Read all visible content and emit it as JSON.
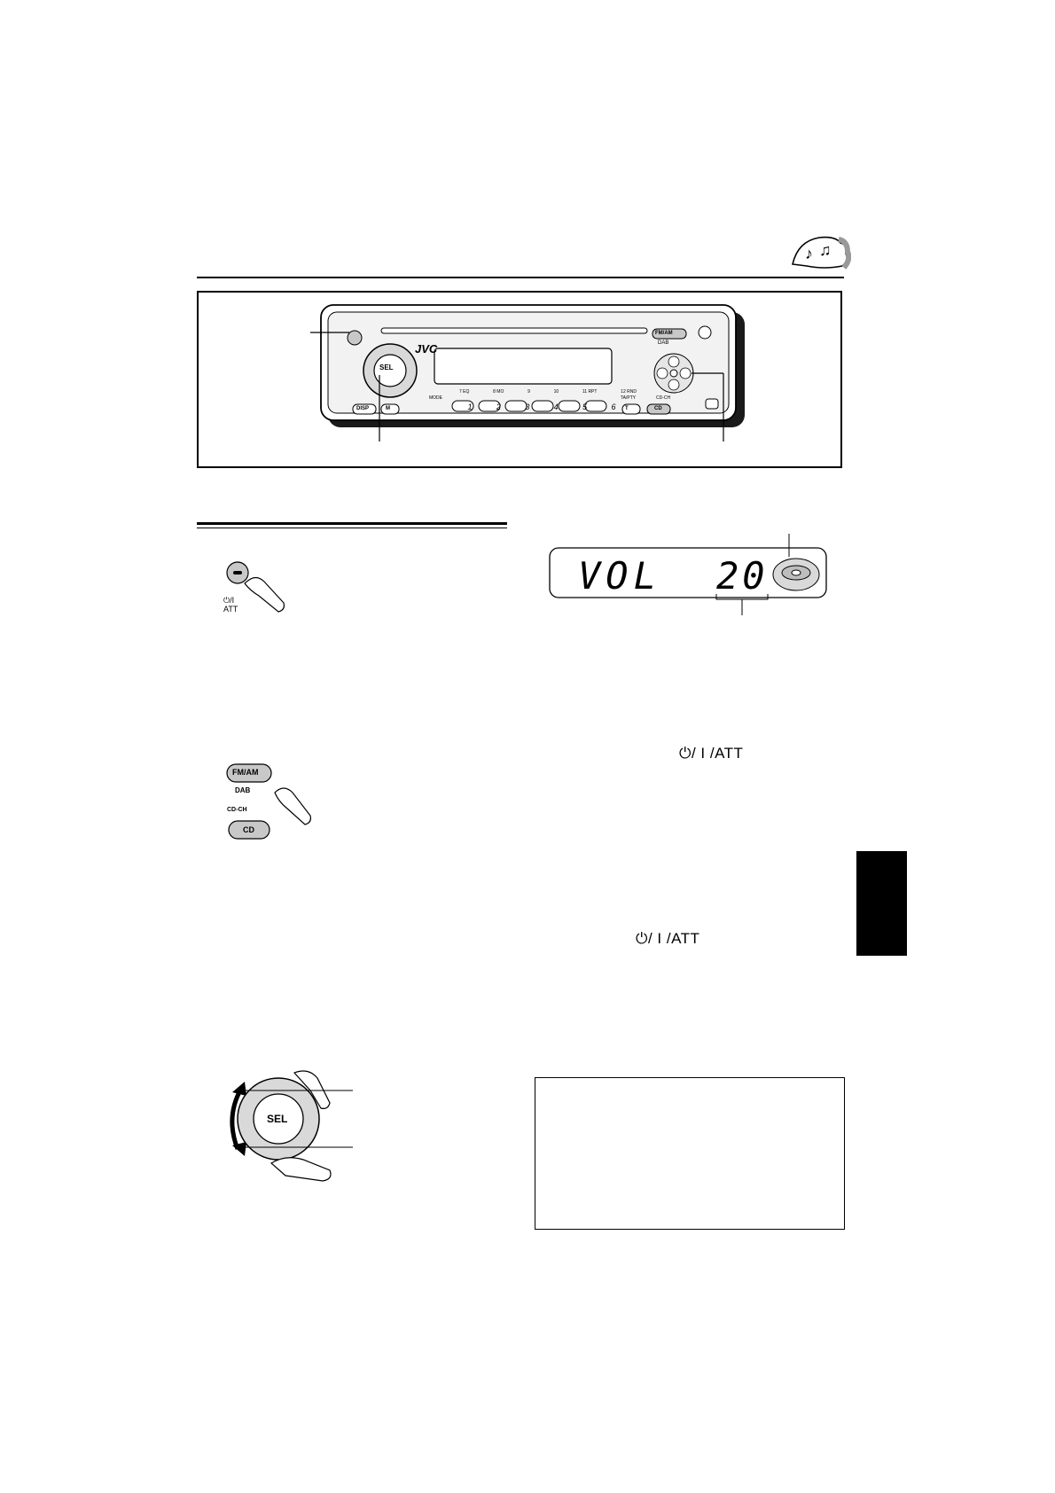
{
  "header": {
    "icon": "music-notes-icon"
  },
  "unit": {
    "brand": "JVC",
    "buttons": {
      "sel": "SEL",
      "fm_am": "FM/AM",
      "dab": "DAB",
      "cd": "CD",
      "cd_ch": "CD-CH",
      "disp": "DISP",
      "m": "M",
      "t": "T",
      "mode": "MODE",
      "taptv": "TA/PTY"
    },
    "presets": [
      "1",
      "2",
      "3",
      "4",
      "5",
      "6"
    ],
    "preset_labels": [
      "7 EQ",
      "8 MO",
      "9",
      "10",
      "11 RPT",
      "12 RND"
    ]
  },
  "power_button": {
    "label_line1": "⏻/I",
    "label_line2": "ATT"
  },
  "display": {
    "text": "VOL",
    "value": "20"
  },
  "source_buttons": {
    "fm_am": "FM/AM",
    "dab": "DAB",
    "cd_ch": "CD-CH",
    "cd": "CD"
  },
  "knob": {
    "label": "SEL"
  },
  "inline_refs": {
    "att1": "⏻/ I /ATT",
    "att2": "⏻/ I /ATT"
  },
  "colors": {
    "ink": "#000000",
    "button_gray": "#c8c8c8",
    "panel_gray": "#d9d9d9",
    "shadow": "#1a1a1a"
  }
}
